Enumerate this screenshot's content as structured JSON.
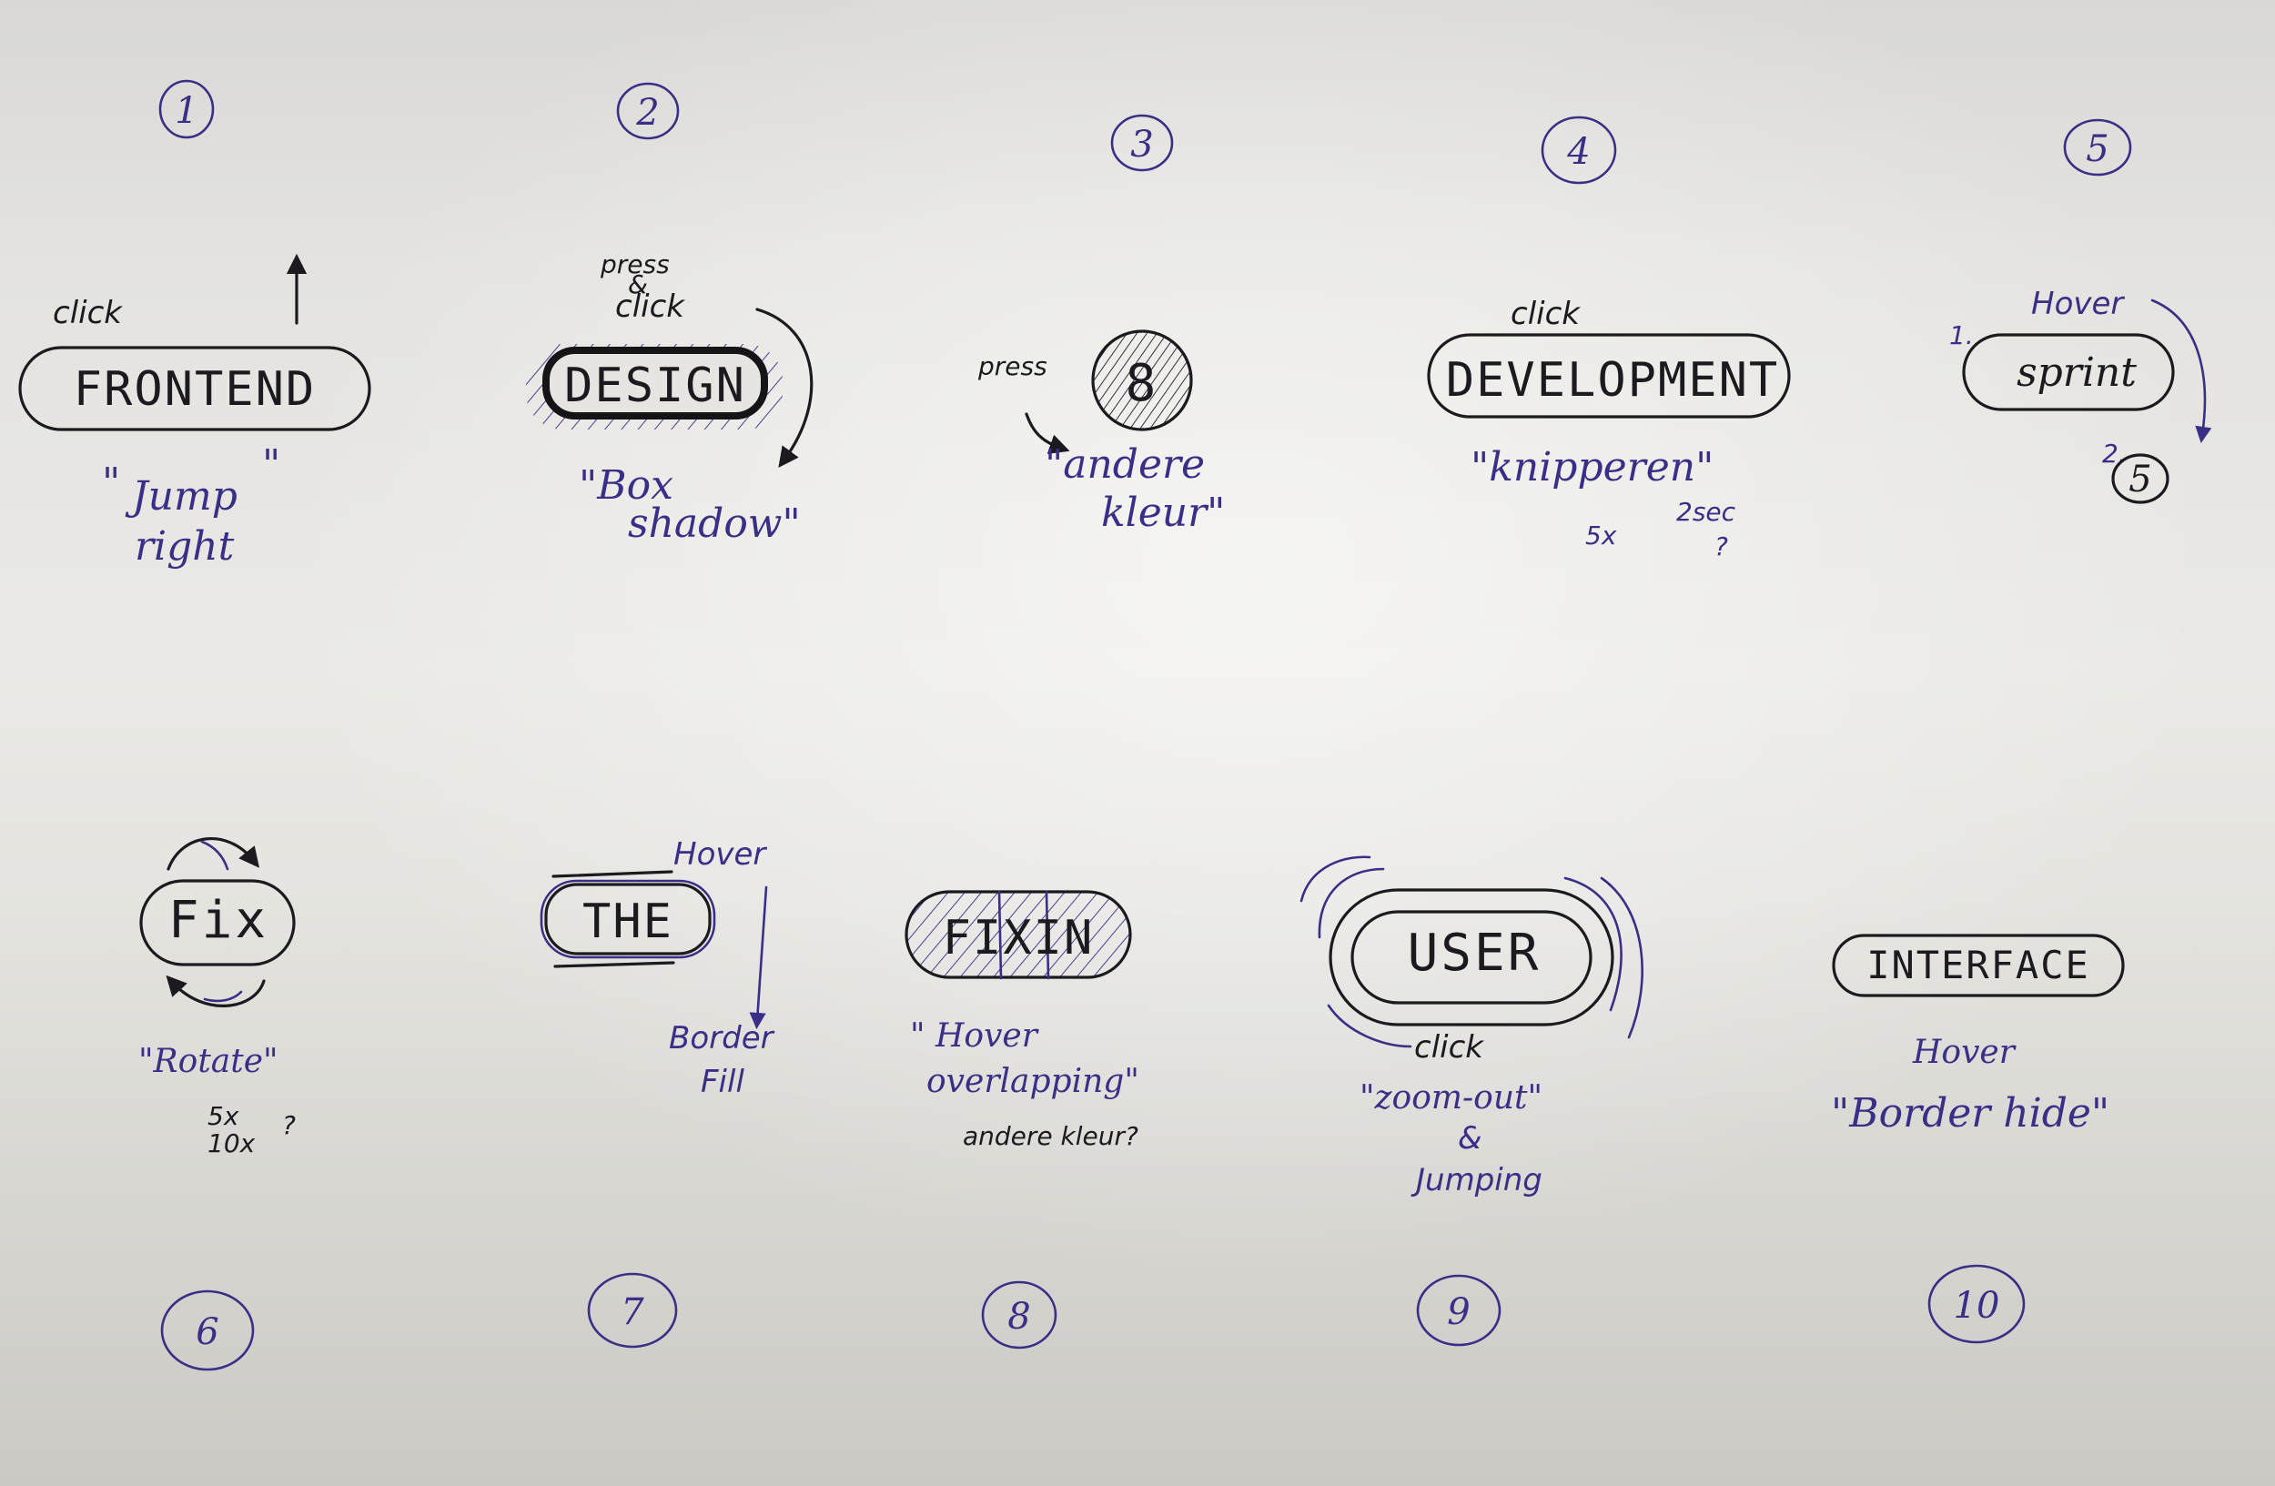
{
  "sketches": [
    {
      "number": "1",
      "button_label": "FRONTEND",
      "trigger": "click",
      "note_quote_open": "\"",
      "note_line1": "Jump",
      "note_quote_close": "\"",
      "note_line2": "right"
    },
    {
      "number": "2",
      "button_label": "DESIGN",
      "trigger_line1": "press",
      "trigger_line2": "&",
      "trigger_line3": "click",
      "note_line1": "\"Box",
      "note_line2": "shadow\""
    },
    {
      "number": "3",
      "button_label": "8",
      "trigger": "press",
      "note_line1": "\"andere",
      "note_line2": "kleur\""
    },
    {
      "number": "4",
      "button_label": "DEVELOPMENT",
      "trigger": "click",
      "note_line1": "\"knipperen\"",
      "note_count": "5x",
      "note_duration": "2sec",
      "note_question": "?"
    },
    {
      "number": "5",
      "button_label": "sprint",
      "step1_marker": "1.",
      "trigger": "Hover",
      "step2_marker": "2.",
      "step2_label": "5"
    },
    {
      "number": "6",
      "button_label": "Fix",
      "note_line1": "\"Rotate\"",
      "note_count1": "5x",
      "note_count2": "10x",
      "note_question": "?"
    },
    {
      "number": "7",
      "button_label": "THE",
      "trigger": "Hover",
      "note_line1": "Border",
      "note_line2": "Fill"
    },
    {
      "number": "8",
      "button_label": "FIXIN",
      "note_line1": "\" Hover",
      "note_line2": "overlapping\"",
      "note_line3": "andere kleur?"
    },
    {
      "number": "9",
      "button_label": "USER",
      "trigger": "click",
      "note_line1": "\"zoom-out\"",
      "note_line2": "&",
      "note_line3": "Jumping"
    },
    {
      "number": "10",
      "button_label": "INTERFACE",
      "trigger": "Hover",
      "note_line1": "\"Border hide\""
    }
  ],
  "colors": {
    "black_ink": "#1a1a1f",
    "purple_ink": "#3a2f86",
    "paper": "#e6e5e1"
  }
}
